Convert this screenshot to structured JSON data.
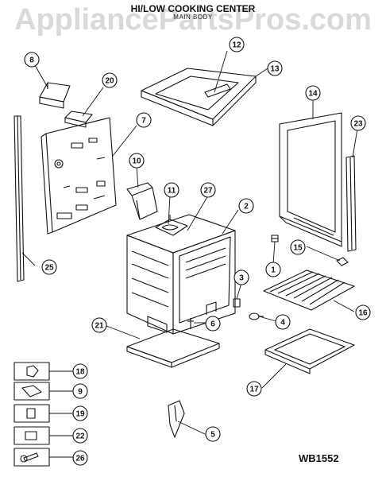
{
  "header": {
    "watermark": "AppliancePartsPros.com",
    "title": "HI/LOW COOKING CENTER",
    "subtitle": "MAIN BODY"
  },
  "diagram_code": "WB1552",
  "callouts": [
    "1",
    "2",
    "3",
    "4",
    "5",
    "6",
    "7",
    "8",
    "9",
    "10",
    "11",
    "12",
    "13",
    "14",
    "15",
    "16",
    "17",
    "18",
    "19",
    "20",
    "21",
    "22",
    "23",
    "25",
    "26",
    "27"
  ],
  "colors": {
    "line": "#111111",
    "watermark": "#d9d9d9"
  }
}
